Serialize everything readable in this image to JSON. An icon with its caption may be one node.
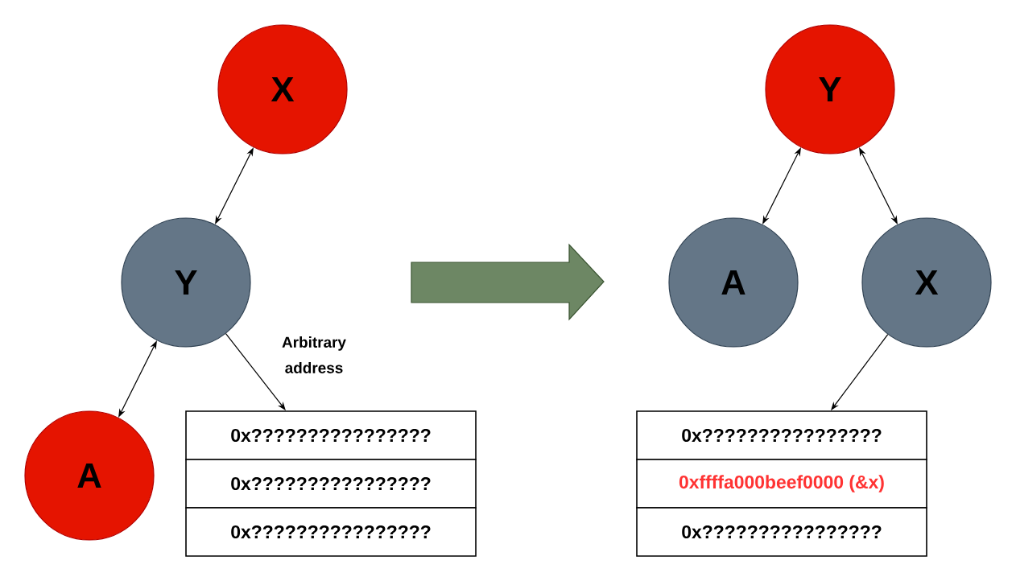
{
  "diagram": {
    "nodes": [
      {
        "text": [
          "X"
        ]
      },
      {
        "text": [
          "Y"
        ]
      },
      {
        "text": [
          "A"
        ]
      },
      {
        "text": [
          "0x????????????????"
        ]
      },
      {
        "text": [
          "0x????????????????"
        ]
      },
      {
        "text": [
          "0x????????????????"
        ]
      },
      {
        "text": [
          "Y"
        ]
      },
      {
        "text": [
          "A"
        ]
      },
      {
        "text": [
          "X"
        ]
      },
      {
        "text": [
          "0x????????????????"
        ]
      },
      {
        "text": [
          "0xffffa000beef0000 (&x)"
        ]
      },
      {
        "text": [
          "0x????????????????"
        ]
      }
    ],
    "edges": [
      {
        "from": 0,
        "to": 1,
        "arrow": "both"
      },
      {
        "from": 1,
        "to": 2,
        "arrow": "both"
      },
      {
        "from": 1,
        "to": 3,
        "arrow": "to",
        "label": "Arbitrary address"
      },
      {
        "from": 6,
        "to": 7,
        "arrow": "both"
      },
      {
        "from": 6,
        "to": 8,
        "arrow": "both"
      },
      {
        "from": 8,
        "to": 9,
        "arrow": "to"
      }
    ]
  }
}
